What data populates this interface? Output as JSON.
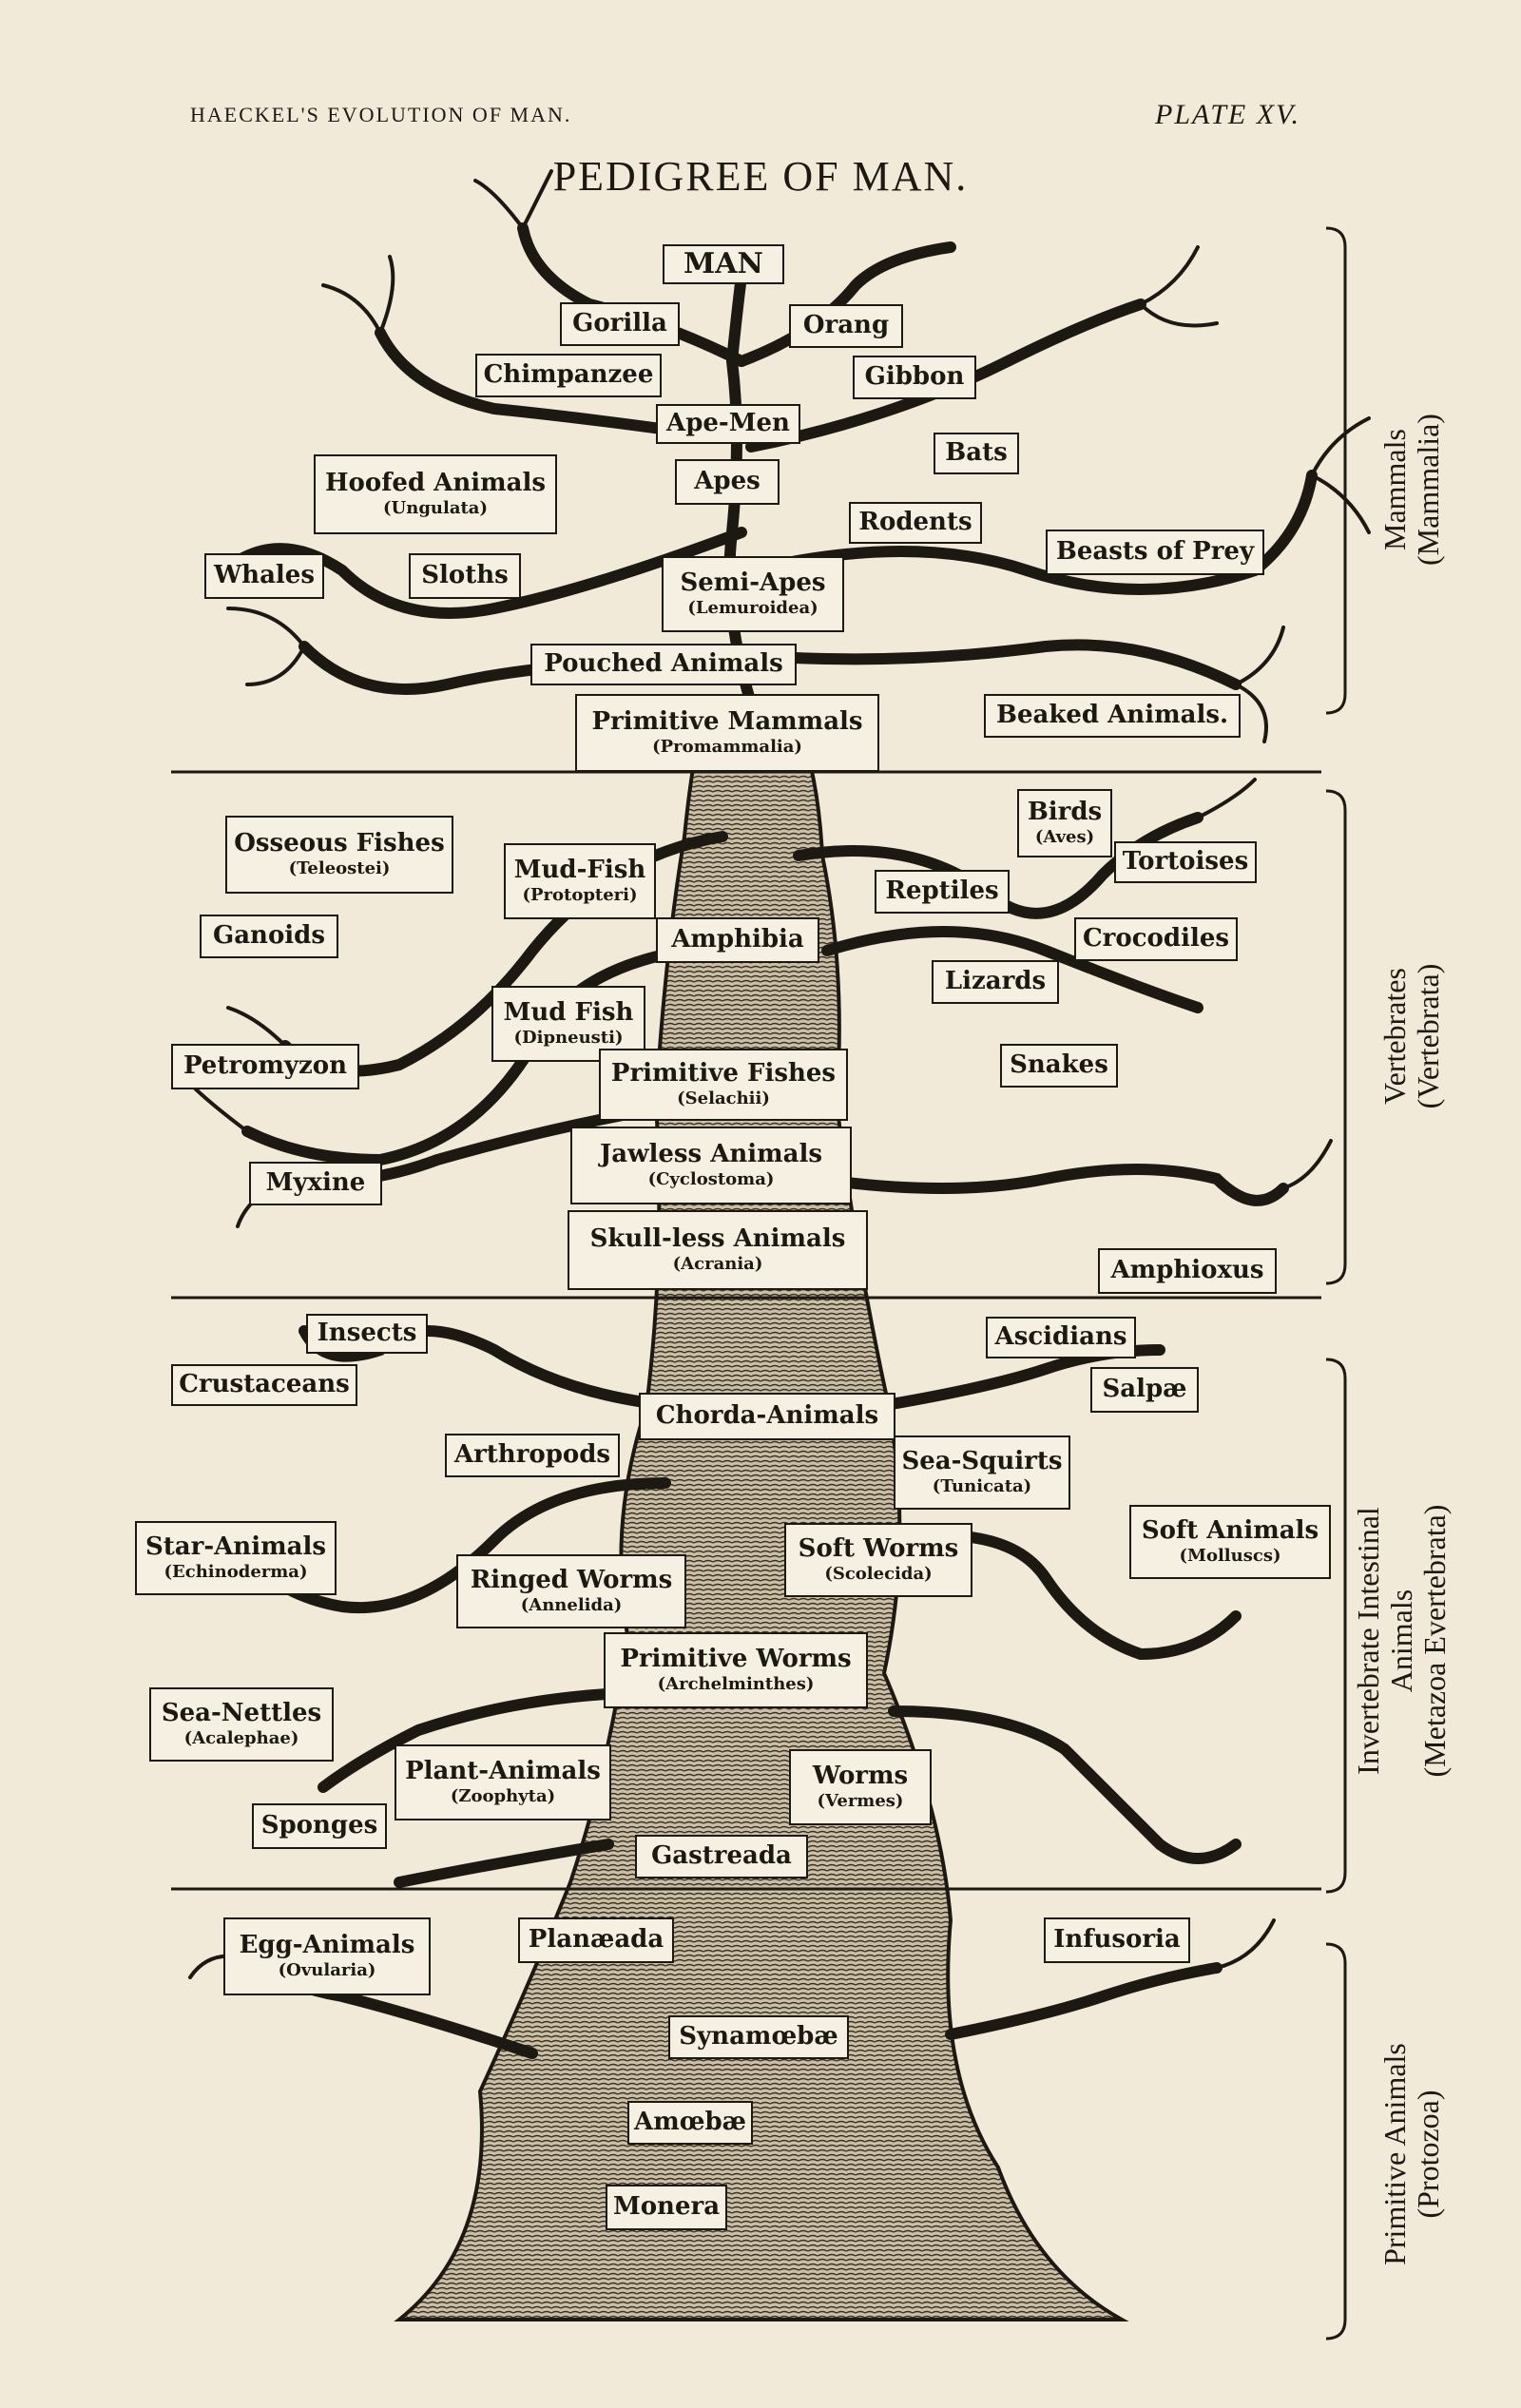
{
  "header": {
    "left": "HAECKEL'S EVOLUTION OF MAN.",
    "right": "PLATE XV.",
    "title": "PEDIGREE OF MAN."
  },
  "labels": {
    "man": {
      "name": "MAN"
    },
    "gorilla": {
      "name": "Gorilla"
    },
    "orang": {
      "name": "Orang"
    },
    "chimpanzee": {
      "name": "Chimpanzee"
    },
    "gibbon": {
      "name": "Gibbon"
    },
    "ape_men": {
      "name": "Ape-Men"
    },
    "bats": {
      "name": "Bats"
    },
    "hoofed_animals": {
      "name": "Hoofed Animals",
      "sub": "(Ungulata)"
    },
    "apes": {
      "name": "Apes"
    },
    "rodents": {
      "name": "Rodents"
    },
    "beasts_of_prey": {
      "name": "Beasts of Prey"
    },
    "whales": {
      "name": "Whales"
    },
    "sloths": {
      "name": "Sloths"
    },
    "semi_apes": {
      "name": "Semi-Apes",
      "sub": "(Lemuroidea)"
    },
    "pouched_animals": {
      "name": "Pouched Animals"
    },
    "primitive_mammals": {
      "name": "Primitive Mammals",
      "sub": "(Promammalia)"
    },
    "beaked_animals": {
      "name": "Beaked Animals."
    },
    "osseous_fishes": {
      "name": "Osseous Fishes",
      "sub": "(Teleostei)"
    },
    "mud_fish_protopteri": {
      "name": "Mud-Fish",
      "sub": "(Protopteri)"
    },
    "birds": {
      "name": "Birds",
      "sub": "(Aves)"
    },
    "tortoises": {
      "name": "Tortoises"
    },
    "reptiles": {
      "name": "Reptiles"
    },
    "ganoids": {
      "name": "Ganoids"
    },
    "amphibia": {
      "name": "Amphibia"
    },
    "crocodiles": {
      "name": "Crocodiles"
    },
    "lizards": {
      "name": "Lizards"
    },
    "mud_fish_dipneusti": {
      "name": "Mud Fish",
      "sub": "(Dipneusti)"
    },
    "petromyzon": {
      "name": "Petromyzon"
    },
    "primitive_fishes": {
      "name": "Primitive Fishes",
      "sub": "(Selachii)"
    },
    "snakes": {
      "name": "Snakes"
    },
    "jawless_animals": {
      "name": "Jawless Animals",
      "sub": "(Cyclostoma)"
    },
    "myxine": {
      "name": "Myxine"
    },
    "skull_less_animals": {
      "name": "Skull-less Animals",
      "sub": "(Acrania)"
    },
    "amphioxus": {
      "name": "Amphioxus"
    },
    "insects": {
      "name": "Insects"
    },
    "ascidians": {
      "name": "Ascidians"
    },
    "crustaceans": {
      "name": "Crustaceans"
    },
    "salpae": {
      "name": "Salpæ"
    },
    "chorda_animals": {
      "name": "Chorda-Animals"
    },
    "arthropods": {
      "name": "Arthropods"
    },
    "sea_squirts": {
      "name": "Sea-Squirts",
      "sub": "(Tunicata)"
    },
    "star_animals": {
      "name": "Star-Animals",
      "sub": "(Echinoderma)"
    },
    "soft_worms": {
      "name": "Soft Worms",
      "sub": "(Scolecida)"
    },
    "soft_animals": {
      "name": "Soft Animals",
      "sub": "(Molluscs)"
    },
    "ringed_worms": {
      "name": "Ringed Worms",
      "sub": "(Annelida)"
    },
    "primitive_worms": {
      "name": "Primitive Worms",
      "sub": "(Archelminthes)"
    },
    "sea_nettles": {
      "name": "Sea-Nettles",
      "sub": "(Acalephae)"
    },
    "plant_animals": {
      "name": "Plant-Animals",
      "sub": "(Zoophyta)"
    },
    "worms": {
      "name": "Worms",
      "sub": "(Vermes)"
    },
    "sponges": {
      "name": "Sponges"
    },
    "gastreada": {
      "name": "Gastreada"
    },
    "egg_animals": {
      "name": "Egg-Animals",
      "sub": "(Ovularia)"
    },
    "planaeada": {
      "name": "Planæada"
    },
    "infusoria": {
      "name": "Infusoria"
    },
    "synamoebae": {
      "name": "Synamœbæ"
    },
    "amoebae": {
      "name": "Amœbæ"
    },
    "monera": {
      "name": "Monera"
    }
  },
  "sections": {
    "mammals": {
      "line1": "Mammals",
      "line2": "(Mammalia)"
    },
    "vertebrates": {
      "line1": "Vertebrates",
      "line2": "(Vertebrata)"
    },
    "invertebrates": {
      "line1": "Invertebrate Intestinal",
      "line2": "Animals",
      "line3": "(Metazoa Evertebrata)"
    },
    "protozoa": {
      "line1": "Primitive Animals",
      "line2": "(Protozoa)"
    }
  },
  "colors": {
    "paper": "#f2ead9",
    "ink": "#1c1812"
  }
}
